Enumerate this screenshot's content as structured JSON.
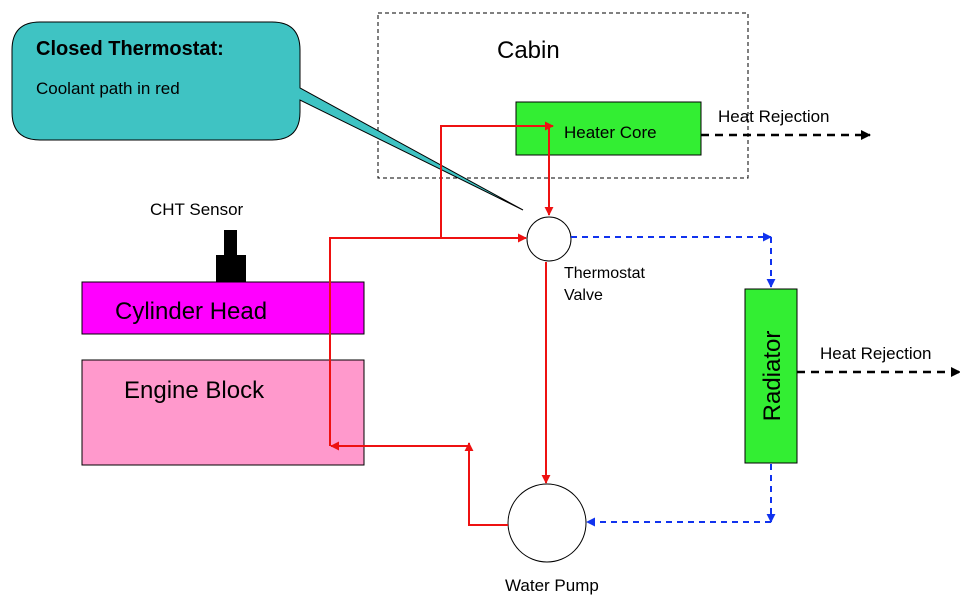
{
  "callout": {
    "title": "Closed Thermostat:",
    "text": "Coolant path in red",
    "fill": "#3fc3c3"
  },
  "cabin": {
    "label": "Cabin"
  },
  "heater_core": {
    "label": "Heater Core",
    "fill": "#33ee33"
  },
  "heater_heat_rejection": {
    "label": "Heat Rejection"
  },
  "cht_sensor": {
    "label": "CHT Sensor"
  },
  "cylinder_head": {
    "label": "Cylinder Head",
    "fill": "#ff00ff"
  },
  "engine_block": {
    "label": "Engine Block",
    "fill": "#ff99cc"
  },
  "thermostat": {
    "label_line1": "Thermostat",
    "label_line2": "Valve"
  },
  "radiator": {
    "label": "Radiator",
    "fill": "#33ee33"
  },
  "radiator_heat_rejection": {
    "label": "Heat Rejection"
  },
  "water_pump": {
    "label": "Water Pump"
  },
  "colors": {
    "closed_path": "#ee1111",
    "open_path": "#1133ee",
    "heat_flow": "#000000"
  }
}
